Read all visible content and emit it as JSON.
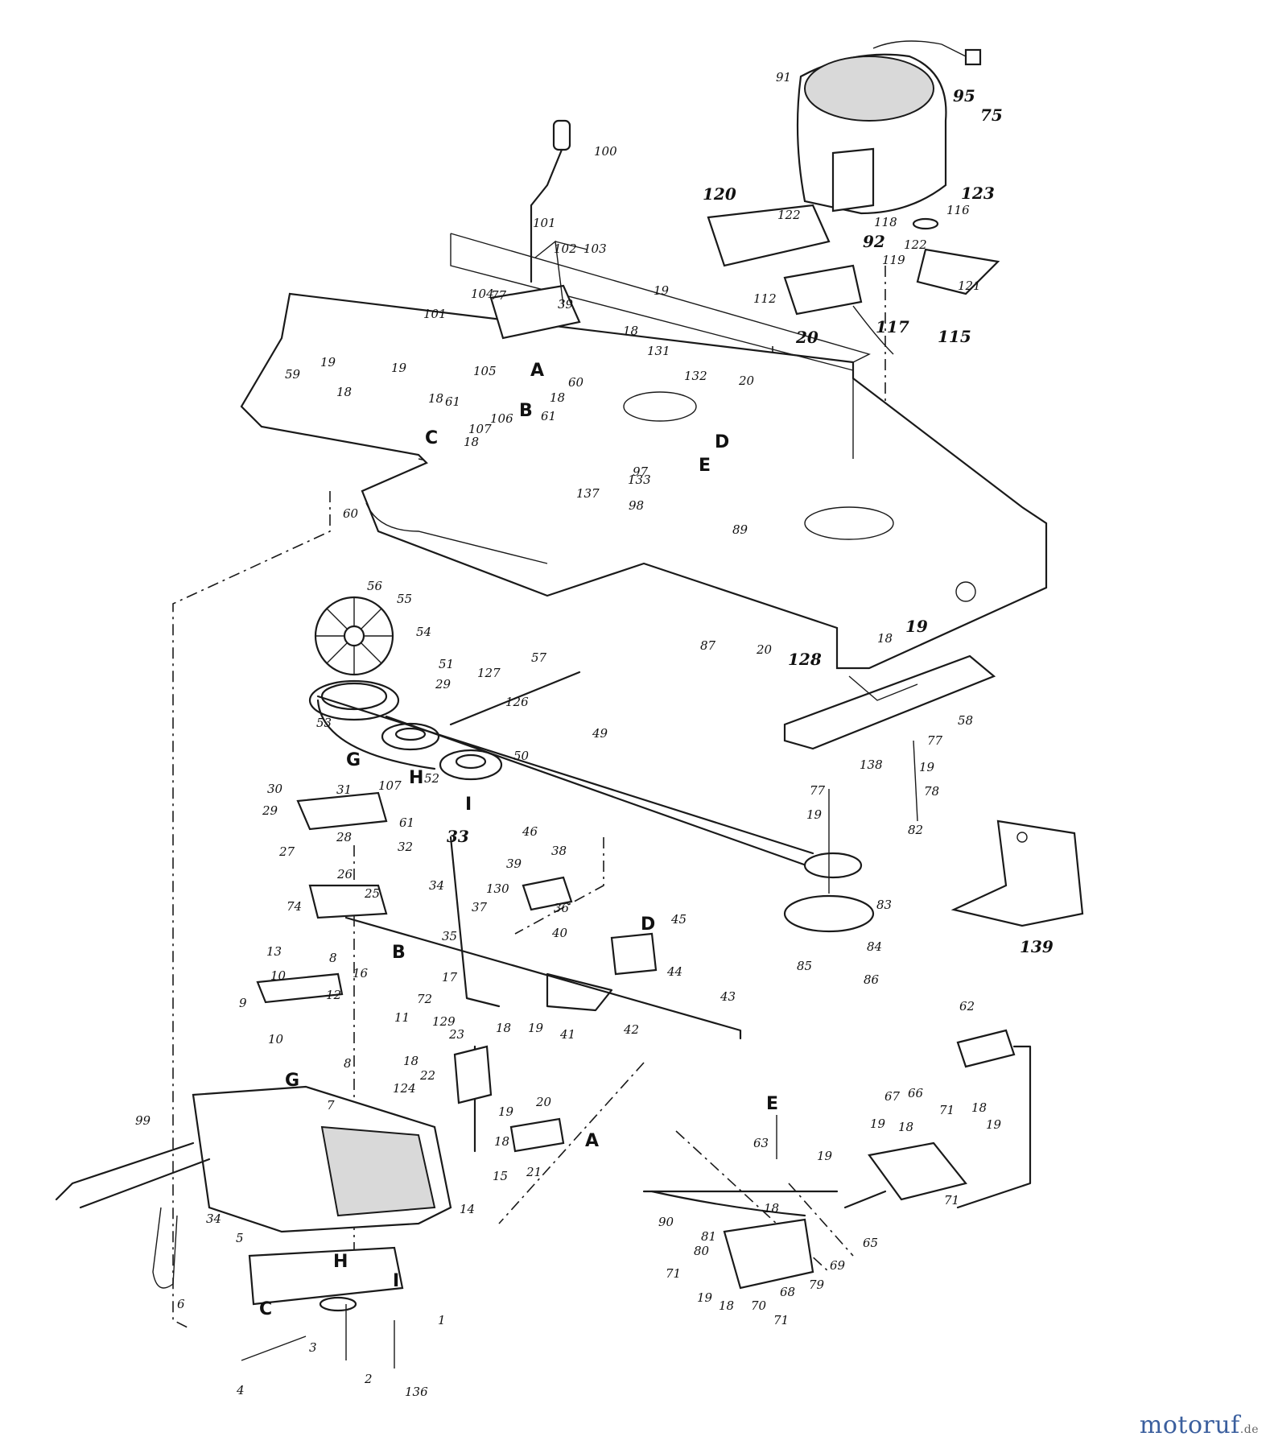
{
  "watermark": {
    "name": "motoruf",
    "tld": ".de"
  },
  "colors": {
    "ink": "#1a1a1a",
    "watermark": "#3b5f9e"
  },
  "labels": [
    {
      "id": "l100",
      "text": "100"
    },
    {
      "id": "l101a",
      "text": "101"
    },
    {
      "id": "l102",
      "text": "102"
    },
    {
      "id": "l103",
      "text": "103"
    },
    {
      "id": "l104",
      "text": "104"
    },
    {
      "id": "l77a",
      "text": "77"
    },
    {
      "id": "l39a",
      "text": "39"
    },
    {
      "id": "l19a",
      "text": "19"
    },
    {
      "id": "l18a",
      "text": "18"
    },
    {
      "id": "l101b",
      "text": "101"
    },
    {
      "id": "l105",
      "text": "105"
    },
    {
      "id": "l19b",
      "text": "19"
    },
    {
      "id": "l18b",
      "text": "18"
    },
    {
      "id": "l61a",
      "text": "61"
    },
    {
      "id": "l107a",
      "text": "107"
    },
    {
      "id": "l106",
      "text": "106"
    },
    {
      "id": "lA1",
      "text": "A"
    },
    {
      "id": "lB1",
      "text": "B"
    },
    {
      "id": "l18c",
      "text": "18"
    },
    {
      "id": "l61b",
      "text": "61"
    },
    {
      "id": "l60a",
      "text": "60"
    },
    {
      "id": "l18d",
      "text": "18"
    },
    {
      "id": "l19c",
      "text": "19"
    },
    {
      "id": "l59",
      "text": "59"
    },
    {
      "id": "l18e",
      "text": "18"
    },
    {
      "id": "lC1",
      "text": "C"
    },
    {
      "id": "l60b",
      "text": "60"
    },
    {
      "id": "l131",
      "text": "131"
    },
    {
      "id": "l132",
      "text": "132"
    },
    {
      "id": "l20a",
      "text": "20"
    },
    {
      "id": "lD1",
      "text": "D"
    },
    {
      "id": "l133",
      "text": "133"
    },
    {
      "id": "l97",
      "text": "97"
    },
    {
      "id": "lE1",
      "text": "E"
    },
    {
      "id": "l137",
      "text": "137"
    },
    {
      "id": "l98",
      "text": "98"
    },
    {
      "id": "l89",
      "text": "89"
    },
    {
      "id": "l91",
      "text": "91"
    },
    {
      "id": "l95",
      "text": "95"
    },
    {
      "id": "l75",
      "text": "75"
    },
    {
      "id": "l120",
      "text": "120"
    },
    {
      "id": "l122a",
      "text": "122"
    },
    {
      "id": "l118",
      "text": "118"
    },
    {
      "id": "l116",
      "text": "116"
    },
    {
      "id": "l123",
      "text": "123"
    },
    {
      "id": "l92",
      "text": "92"
    },
    {
      "id": "l122b",
      "text": "122"
    },
    {
      "id": "l119",
      "text": "119"
    },
    {
      "id": "l121",
      "text": "121"
    },
    {
      "id": "l112",
      "text": "112"
    },
    {
      "id": "l117",
      "text": "117"
    },
    {
      "id": "l115",
      "text": "115"
    },
    {
      "id": "l20b",
      "text": "20"
    },
    {
      "id": "l87",
      "text": "87"
    },
    {
      "id": "l20c",
      "text": "20"
    },
    {
      "id": "l128",
      "text": "128"
    },
    {
      "id": "l18f",
      "text": "18"
    },
    {
      "id": "l19d",
      "text": "19"
    },
    {
      "id": "l56",
      "text": "56"
    },
    {
      "id": "l55",
      "text": "55"
    },
    {
      "id": "l54",
      "text": "54"
    },
    {
      "id": "l51",
      "text": "51"
    },
    {
      "id": "l127",
      "text": "127"
    },
    {
      "id": "l57",
      "text": "57"
    },
    {
      "id": "l29a",
      "text": "29"
    },
    {
      "id": "l126",
      "text": "126"
    },
    {
      "id": "l53",
      "text": "53"
    },
    {
      "id": "lG1",
      "text": "G"
    },
    {
      "id": "l49",
      "text": "49"
    },
    {
      "id": "lH1",
      "text": "H"
    },
    {
      "id": "l52",
      "text": "52"
    },
    {
      "id": "l50",
      "text": "50"
    },
    {
      "id": "lI1",
      "text": "I"
    },
    {
      "id": "l58",
      "text": "58"
    },
    {
      "id": "l77b",
      "text": "77"
    },
    {
      "id": "l19e",
      "text": "19"
    },
    {
      "id": "l77c",
      "text": "77"
    },
    {
      "id": "l138",
      "text": "138"
    },
    {
      "id": "l78",
      "text": "78"
    },
    {
      "id": "l19f",
      "text": "19"
    },
    {
      "id": "l82",
      "text": "82"
    },
    {
      "id": "l83",
      "text": "83"
    },
    {
      "id": "l84",
      "text": "84"
    },
    {
      "id": "l85",
      "text": "85"
    },
    {
      "id": "l86",
      "text": "86"
    },
    {
      "id": "l139",
      "text": "139"
    },
    {
      "id": "l30",
      "text": "30"
    },
    {
      "id": "l31",
      "text": "31"
    },
    {
      "id": "l107b",
      "text": "107"
    },
    {
      "id": "l29b",
      "text": "29"
    },
    {
      "id": "l61c",
      "text": "61"
    },
    {
      "id": "l32",
      "text": "32"
    },
    {
      "id": "l28",
      "text": "28"
    },
    {
      "id": "l27",
      "text": "27"
    },
    {
      "id": "l26",
      "text": "26"
    },
    {
      "id": "l74",
      "text": "74"
    },
    {
      "id": "l25",
      "text": "25"
    },
    {
      "id": "l13",
      "text": "13"
    },
    {
      "id": "l8a",
      "text": "8"
    },
    {
      "id": "lB2",
      "text": "B"
    },
    {
      "id": "l16",
      "text": "16"
    },
    {
      "id": "l17",
      "text": "17"
    },
    {
      "id": "l10a",
      "text": "10"
    },
    {
      "id": "l12",
      "text": "12"
    },
    {
      "id": "l72",
      "text": "72"
    },
    {
      "id": "l9",
      "text": "9"
    },
    {
      "id": "l11",
      "text": "11"
    },
    {
      "id": "l129",
      "text": "129"
    },
    {
      "id": "l10b",
      "text": "10"
    },
    {
      "id": "l18g",
      "text": "18"
    },
    {
      "id": "l8b",
      "text": "8"
    },
    {
      "id": "lG2",
      "text": "G"
    },
    {
      "id": "l7",
      "text": "7"
    },
    {
      "id": "l124",
      "text": "124"
    },
    {
      "id": "l46",
      "text": "46"
    },
    {
      "id": "l33",
      "text": "33"
    },
    {
      "id": "l39b",
      "text": "39"
    },
    {
      "id": "l38",
      "text": "38"
    },
    {
      "id": "l34",
      "text": "34"
    },
    {
      "id": "l130",
      "text": "130"
    },
    {
      "id": "l37",
      "text": "37"
    },
    {
      "id": "l36",
      "text": "36"
    },
    {
      "id": "l35",
      "text": "35"
    },
    {
      "id": "l40",
      "text": "40"
    },
    {
      "id": "lD2",
      "text": "D"
    },
    {
      "id": "l45",
      "text": "45"
    },
    {
      "id": "l44",
      "text": "44"
    },
    {
      "id": "l43",
      "text": "43"
    },
    {
      "id": "l18h",
      "text": "18"
    },
    {
      "id": "l19g",
      "text": "19"
    },
    {
      "id": "l41",
      "text": "41"
    },
    {
      "id": "l42",
      "text": "42"
    },
    {
      "id": "l23",
      "text": "23"
    },
    {
      "id": "l22",
      "text": "22"
    },
    {
      "id": "l20d",
      "text": "20"
    },
    {
      "id": "l19h",
      "text": "19"
    },
    {
      "id": "l18i",
      "text": "18"
    },
    {
      "id": "l15",
      "text": "15"
    },
    {
      "id": "l21",
      "text": "21"
    },
    {
      "id": "lA2",
      "text": "A"
    },
    {
      "id": "l99",
      "text": "99"
    },
    {
      "id": "l34b",
      "text": "34"
    },
    {
      "id": "l14",
      "text": "14"
    },
    {
      "id": "l6",
      "text": "6"
    },
    {
      "id": "l5",
      "text": "5"
    },
    {
      "id": "lH2",
      "text": "H"
    },
    {
      "id": "lI2",
      "text": "I"
    },
    {
      "id": "lC2",
      "text": "C"
    },
    {
      "id": "l1",
      "text": "1"
    },
    {
      "id": "l3",
      "text": "3"
    },
    {
      "id": "l4",
      "text": "4"
    },
    {
      "id": "l2",
      "text": "2"
    },
    {
      "id": "l136",
      "text": "136"
    },
    {
      "id": "lE2",
      "text": "E"
    },
    {
      "id": "l63",
      "text": "63"
    },
    {
      "id": "l19i",
      "text": "19"
    },
    {
      "id": "l90",
      "text": "90"
    },
    {
      "id": "l18j",
      "text": "18"
    },
    {
      "id": "l81",
      "text": "81"
    },
    {
      "id": "l80",
      "text": "80"
    },
    {
      "id": "l71a",
      "text": "71"
    },
    {
      "id": "l19j",
      "text": "19"
    },
    {
      "id": "l18k",
      "text": "18"
    },
    {
      "id": "l70",
      "text": "70"
    },
    {
      "id": "l71b",
      "text": "71"
    },
    {
      "id": "l68",
      "text": "68"
    },
    {
      "id": "l79",
      "text": "79"
    },
    {
      "id": "l69",
      "text": "69"
    },
    {
      "id": "l65",
      "text": "65"
    },
    {
      "id": "l62",
      "text": "62"
    },
    {
      "id": "l67",
      "text": "67"
    },
    {
      "id": "l66",
      "text": "66"
    },
    {
      "id": "l19k",
      "text": "19"
    },
    {
      "id": "l18l",
      "text": "18"
    },
    {
      "id": "l71c",
      "text": "71"
    },
    {
      "id": "l18m",
      "text": "18"
    },
    {
      "id": "l19l",
      "text": "19"
    },
    {
      "id": "l71d",
      "text": "71"
    }
  ]
}
